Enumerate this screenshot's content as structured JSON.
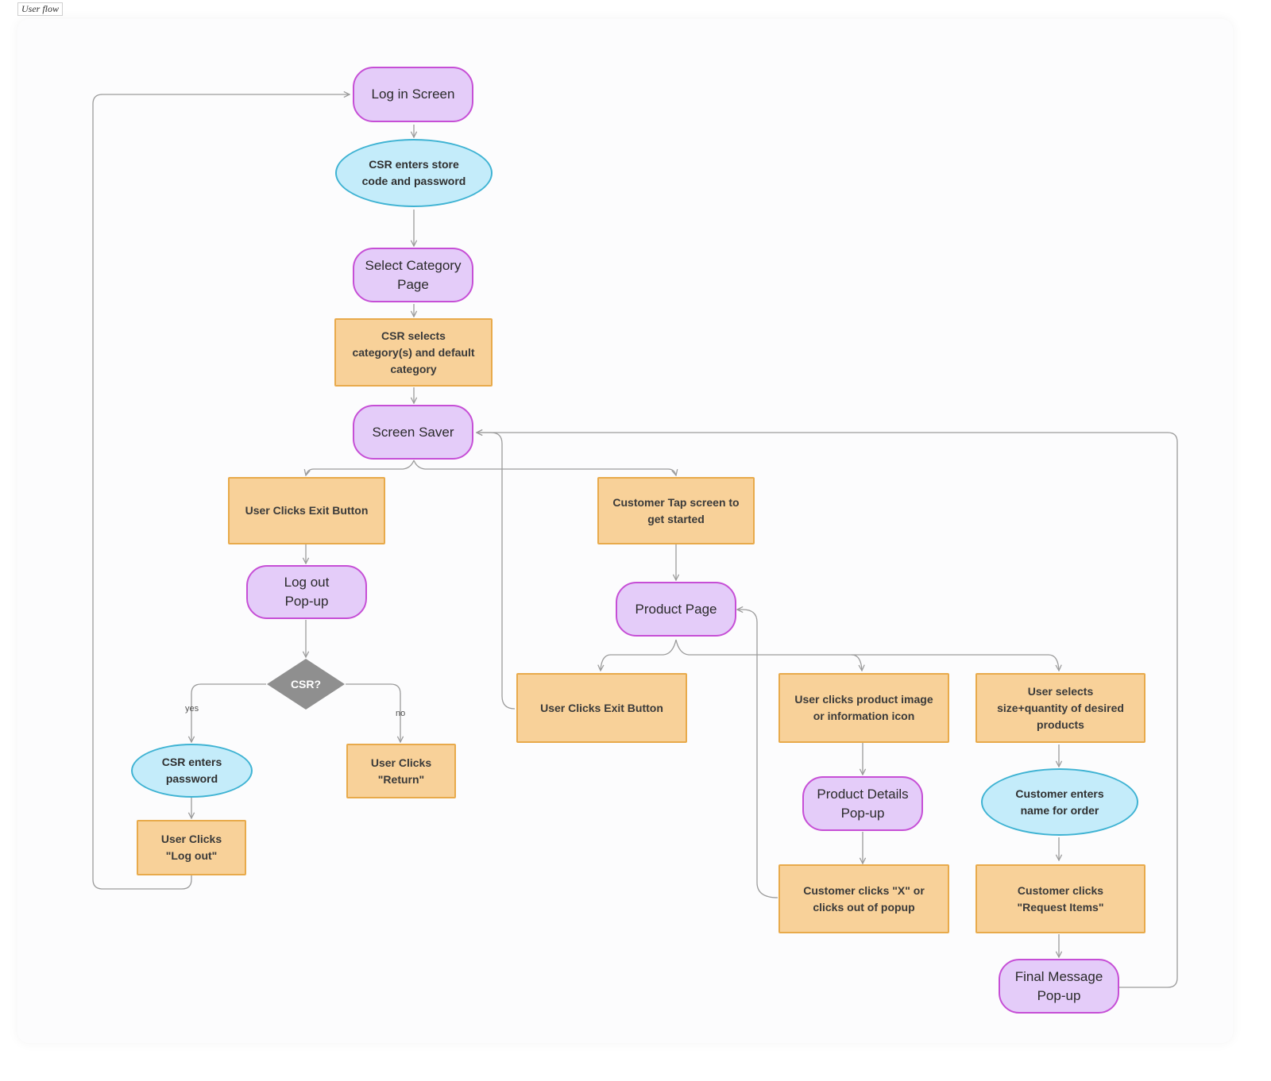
{
  "frame": {
    "title": "User flow"
  },
  "colors": {
    "screen_fill": "#e4ccf9",
    "screen_border": "#c64fd6",
    "process_fill": "#f8d199",
    "process_border": "#e8aa4b",
    "input_fill": "#c4ecfa",
    "input_border": "#3fb3d3",
    "decision_fill": "#8f8f8f",
    "connector": "#9b9b9b"
  },
  "nodes": {
    "login_screen": "Log in Screen",
    "csr_store_code": "CSR enters store\ncode and password",
    "select_category_page": "Select Category\nPage",
    "csr_selects_category": "CSR selects\ncategory(s) and default\ncategory",
    "screen_saver": "Screen Saver",
    "exit_button_left": "User Clicks Exit Button",
    "customer_tap_screen": "Customer Tap screen to\nget started",
    "logout_popup": "Log out\nPop-up",
    "product_page": "Product Page",
    "csr_decision": "CSR?",
    "csr_enters_password": "CSR enters\npassword",
    "user_clicks_return": "User Clicks\n\"Return\"",
    "user_clicks_logout": "User Clicks\n\"Log out\"",
    "exit_button_mid": "User Clicks Exit Button",
    "clicks_product_image": "User clicks product image\nor information icon",
    "selects_size_quantity": "User selects\nsize+quantity of desired\nproducts",
    "product_details_popup": "Product Details\nPop-up",
    "customer_enters_name": "Customer enters\nname for order",
    "clicks_x_or_out": "Customer clicks \"X\" or\nclicks out of popup",
    "request_items": "Customer clicks\n\"Request Items\"",
    "final_message_popup": "Final Message\nPop-up"
  },
  "edge_labels": {
    "yes": "yes",
    "no": "no"
  }
}
